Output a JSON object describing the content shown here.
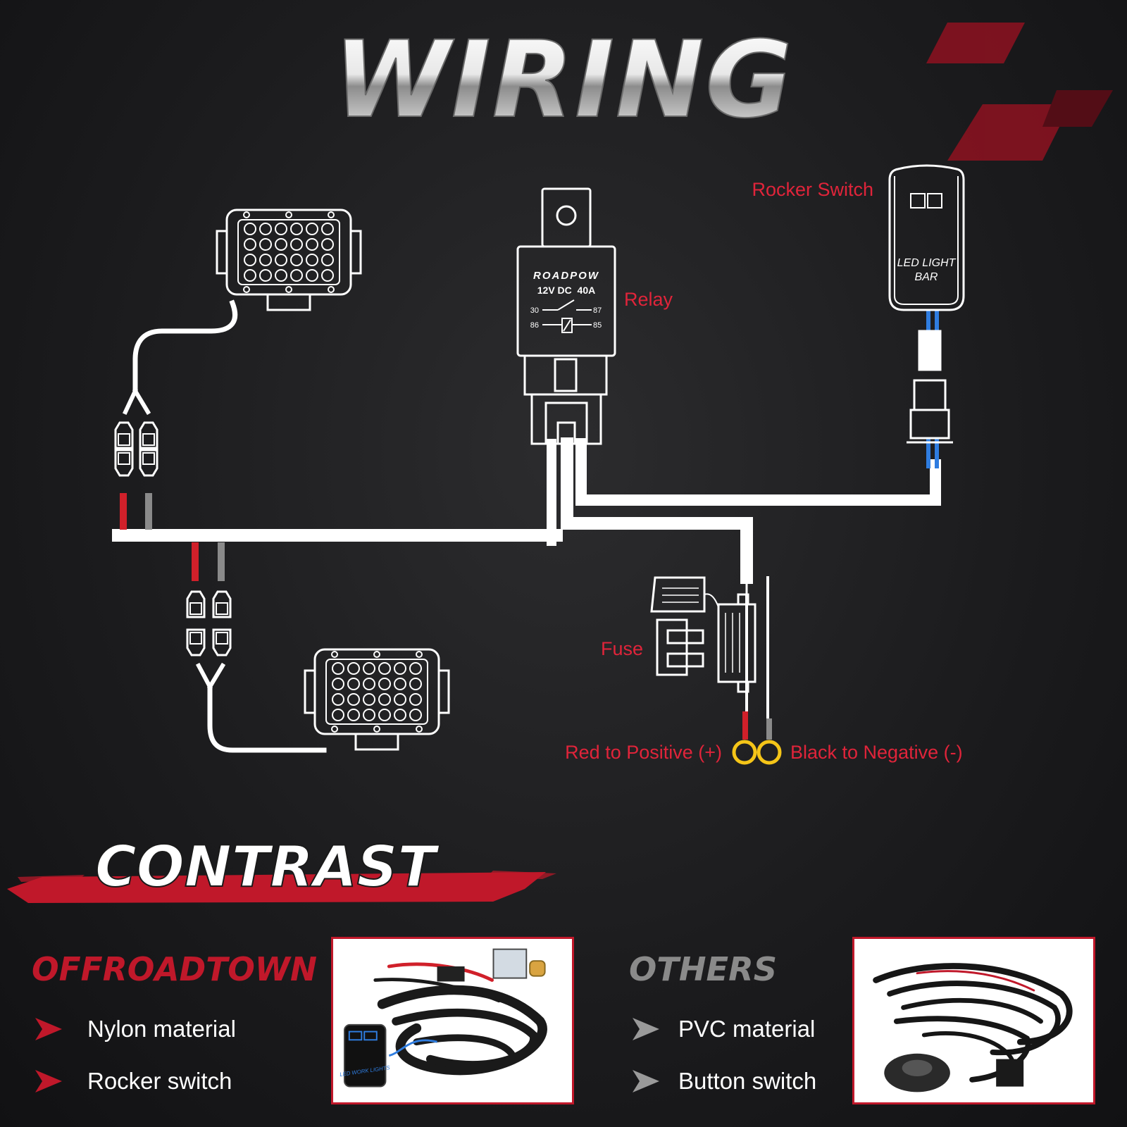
{
  "title": "WIRING",
  "labels": {
    "rocker_switch": "Rocker Switch",
    "relay": "Relay",
    "fuse": "Fuse",
    "red_to_positive": "Red to Positive (+)",
    "black_to_negative": "Black to Negative (-)"
  },
  "relay": {
    "brand": "ROADPOW",
    "rating": "12V DC  40A",
    "pins": [
      "30",
      "87",
      "86",
      "85"
    ]
  },
  "rocker": {
    "line1": "LED LIGHT",
    "line2": "BAR"
  },
  "contrast": {
    "title": "CONTRAST",
    "left": {
      "heading": "OFFROADTOWN",
      "items": [
        "Nylon material",
        "Rocker switch"
      ],
      "photo_text": "LED WORK LIGHTS"
    },
    "right": {
      "heading": "OTHERS",
      "items": [
        "PVC material",
        "Button switch"
      ]
    }
  },
  "colors": {
    "accent_red": "#c0182a",
    "label_red": "#e0243a",
    "wire": "#ffffff",
    "ring_yellow": "#f5c518",
    "wire_red": "#d0202a",
    "wire_grey": "#8a8a8a"
  }
}
